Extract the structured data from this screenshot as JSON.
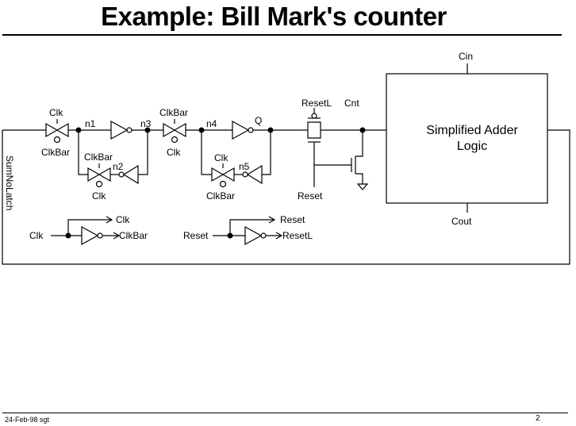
{
  "title": "Example: Bill Mark's counter",
  "footer": {
    "left": "24-Feb-98 sgt",
    "page": "2"
  },
  "labels": {
    "cin": "Cin",
    "cout": "Cout",
    "adder_line1": "Simplified Adder",
    "adder_line2": "Logic",
    "resetl_top": "ResetL",
    "cnt": "Cnt",
    "reset_gate": "Reset",
    "q": "Q",
    "n1": "n1",
    "n2": "n2",
    "n3": "n3",
    "n4": "n4",
    "n5": "n5",
    "tg1_top": "Clk",
    "tg1_bottom": "ClkBar",
    "tg2_top": "ClkBar",
    "tg2_bottom": "Clk",
    "tg3_top": "ClkBar",
    "tg3_bottom": "Clk",
    "tg4_top": "Clk",
    "tg4_bottom": "ClkBar",
    "side": "SumNoLatch",
    "inv_a_in": "Clk",
    "inv_a_tap": "Clk",
    "inv_a_out": "ClkBar",
    "inv_b_in": "Reset",
    "inv_b_tap": "Reset",
    "inv_b_out": "ResetL"
  }
}
